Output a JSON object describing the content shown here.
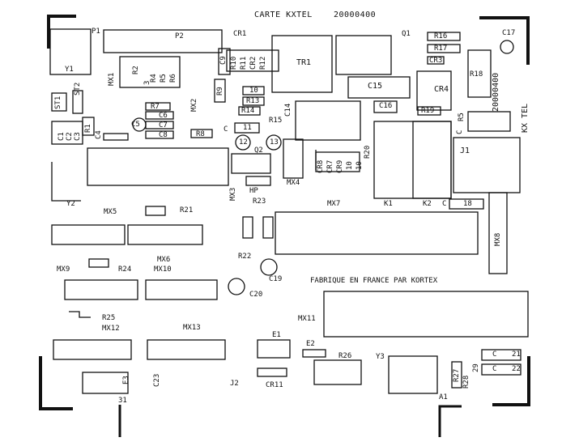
{
  "board": {
    "title": "CARTE KXTEL",
    "ref": "20000400",
    "made_in": "FABRIQUE EN FRANCE PAR KORTEX",
    "side_ref": "20000400",
    "side_name": "KX TEL"
  },
  "labels": {
    "P1": "P1",
    "P2": "P2",
    "CR1": "CR1",
    "Q1": "Q1",
    "R16": "R16",
    "R17": "R17",
    "C17": "C17",
    "CR3": "CR3",
    "Y1": "Y1",
    "MX1": "MX1",
    "TR1": "TR1",
    "R18": "R18",
    "ST1": "ST1",
    "ST2": "ST2",
    "R2": "R2",
    "R3": "3",
    "R4": "R4",
    "R5": "R5",
    "R6": "R6",
    "C9": "C9",
    "R10": "R10",
    "R11": "R11",
    "CR2": "CR2",
    "R12": "R12",
    "C15": "C15",
    "CR4": "CR4",
    "R7": "R7",
    "MX2": "MX2",
    "R9": "R9",
    "R13v": "10",
    "R13": "R13",
    "R14": "R14",
    "C16": "C16",
    "R19": "R19",
    "R5b": "R5",
    "C6": "C6",
    "C7": "C7",
    "C8": "C8",
    "C5": "C5",
    "C14": "C14",
    "R15": "R15",
    "C1": "C1",
    "C2": "C2",
    "C3": "C3",
    "R1": "R1",
    "C4": "C4",
    "R8": "R8",
    "C": "C",
    "C11": "11",
    "C12": "12",
    "C13": "13",
    "Q2": "Q2",
    "R20": "R20",
    "J1": "J1",
    "Cside": "C",
    "CR8": "CR8",
    "CR7": "CR7",
    "CR9": "CR9",
    "CR10": "10",
    "C10": "10",
    "MX3": "MX3",
    "HP": "HP",
    "MX4": "MX4",
    "K1": "K1",
    "K2": "K2",
    "C18": "C",
    "V18": "18",
    "Y2": "Y2",
    "MX5": "MX5",
    "R21": "R21",
    "R23": "R23",
    "MX7": "MX7",
    "MX8": "MX8",
    "MX6": "MX6",
    "MX10": "MX10",
    "MX9": "MX9",
    "R24": "R24",
    "R22": "R22",
    "C19": "C19",
    "C20": "C20",
    "R25": "R25",
    "MX12": "MX12",
    "MX13": "MX13",
    "MX11": "MX11",
    "E1": "E1",
    "E2": "E2",
    "R26": "R26",
    "Y3": "Y3",
    "C21": "C",
    "V21": "21",
    "C22": "C",
    "V22": "22",
    "R27": "R27",
    "R28": "R28",
    "R29": "29",
    "E3": "E3",
    "C23": "C23",
    "J2": "J2",
    "CR11": "CR11",
    "A1": "A1",
    "B1": "31"
  }
}
